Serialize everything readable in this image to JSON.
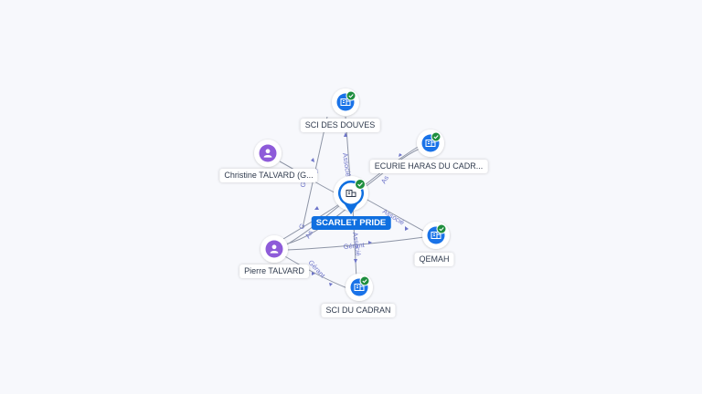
{
  "center": {
    "label": "SCARLET PRIDE",
    "icon": "company-icon",
    "status": "verified-check-icon"
  },
  "companies": [
    {
      "id": "sci-des-douves",
      "label": "SCI DES DOUVES",
      "icon": "company-icon"
    },
    {
      "id": "ecurie",
      "label": "ECURIE HARAS DU CADR...",
      "icon": "company-icon"
    },
    {
      "id": "qemah",
      "label": "QEMAH",
      "icon": "company-icon"
    },
    {
      "id": "sci-du-cadran",
      "label": "SCI DU CADRAN",
      "icon": "company-icon"
    }
  ],
  "persons": [
    {
      "id": "christine",
      "label": "Christine TALVARD (G...",
      "icon": "person-icon"
    },
    {
      "id": "pierre",
      "label": "Pierre TALVARD",
      "icon": "person-icon"
    }
  ],
  "edge_labels": {
    "associe": "Associé",
    "gerant": "Gérant",
    "as_short": "As",
    "g_short": "G",
    "gerant_partial": "Gérant"
  },
  "colors": {
    "accent": "#0f6fe0",
    "company_icon_bg": "#1a73e8",
    "person_icon_bg": "#8e5bd9",
    "check": "#1e8e3e",
    "edge": "#8e95a6",
    "edge_label": "#6e75c9"
  }
}
